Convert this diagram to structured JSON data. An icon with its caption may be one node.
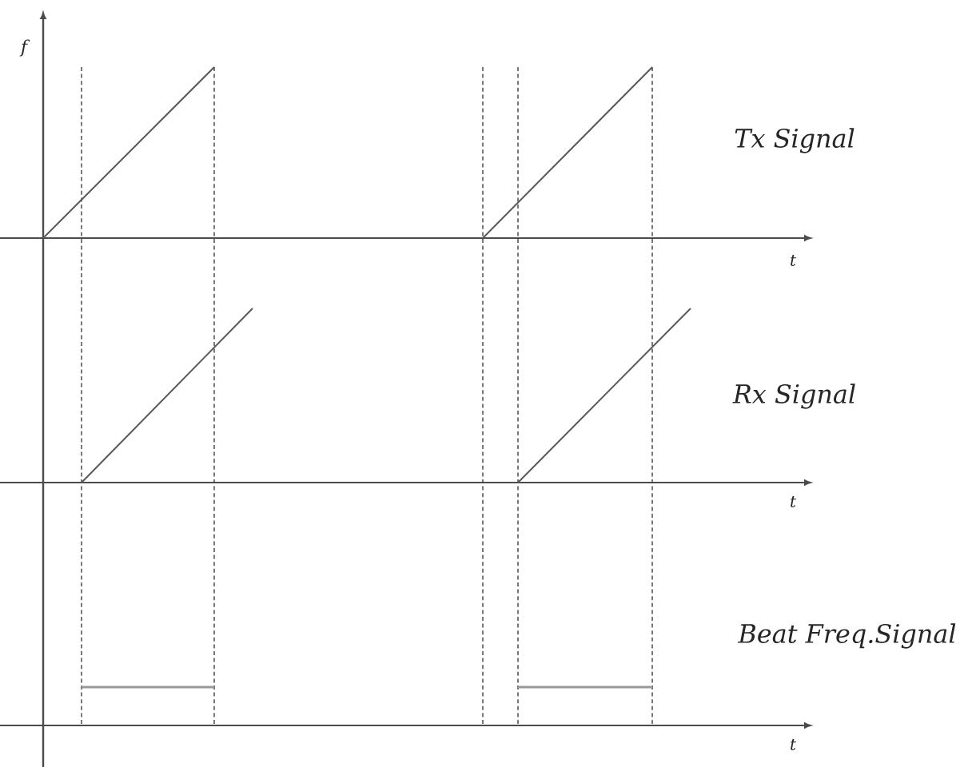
{
  "diagram": {
    "labels": [
      "f",
      "Tx Signal",
      "t",
      "Rx Signal",
      "t",
      "Beat Freq.Signal",
      "t"
    ]
  }
}
